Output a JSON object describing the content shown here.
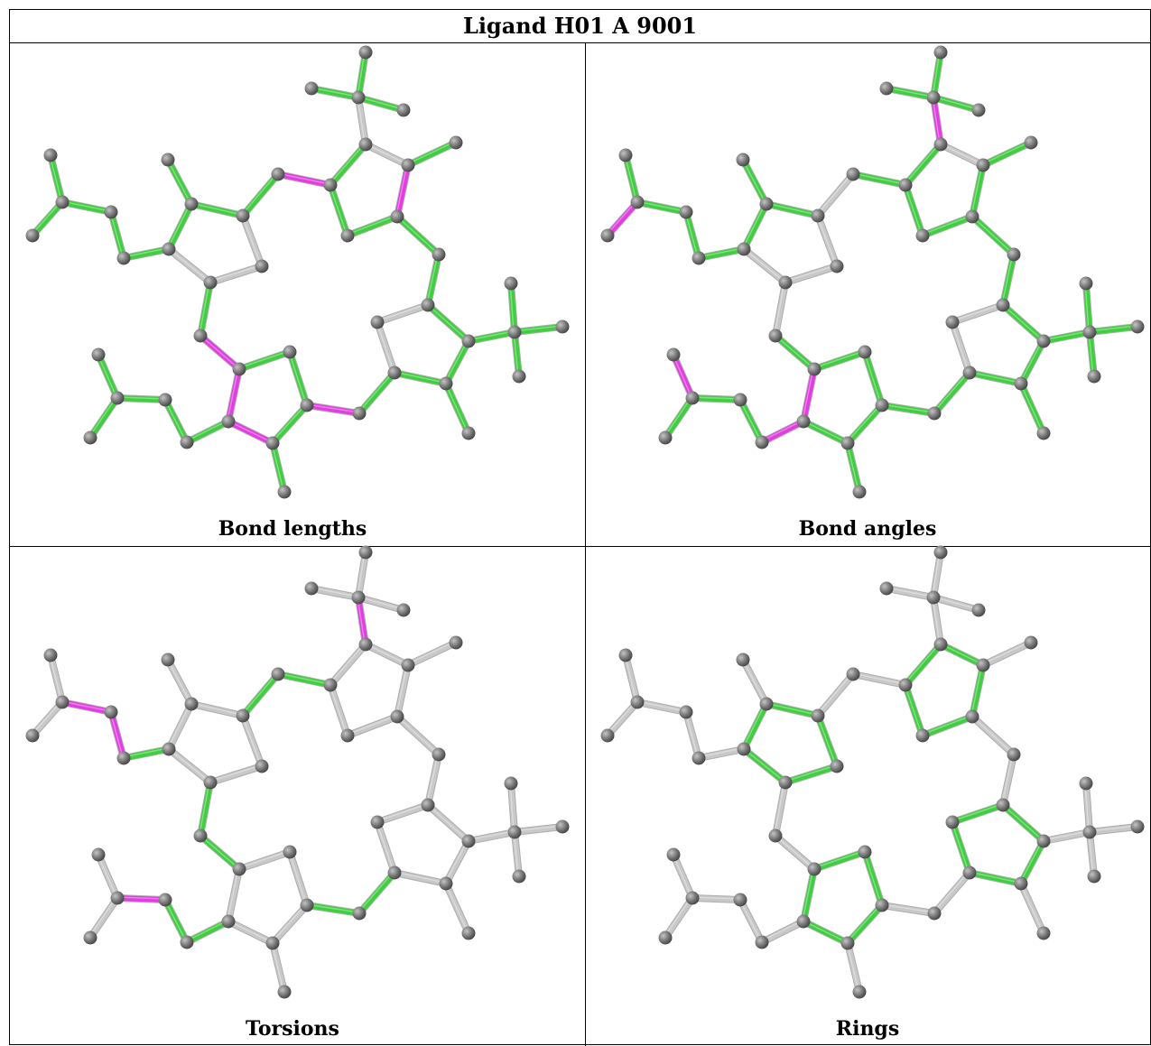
{
  "title": "Ligand H01 A 9001",
  "colors": {
    "atom": "#808080",
    "ok": "#3ecf3e",
    "outlier": "#e23ce2",
    "neutral": "#c8c8c8"
  },
  "panels": [
    {
      "label": "Bond lengths"
    },
    {
      "label": "Bond angles"
    },
    {
      "label": "Torsions"
    },
    {
      "label": "Rings"
    }
  ]
}
